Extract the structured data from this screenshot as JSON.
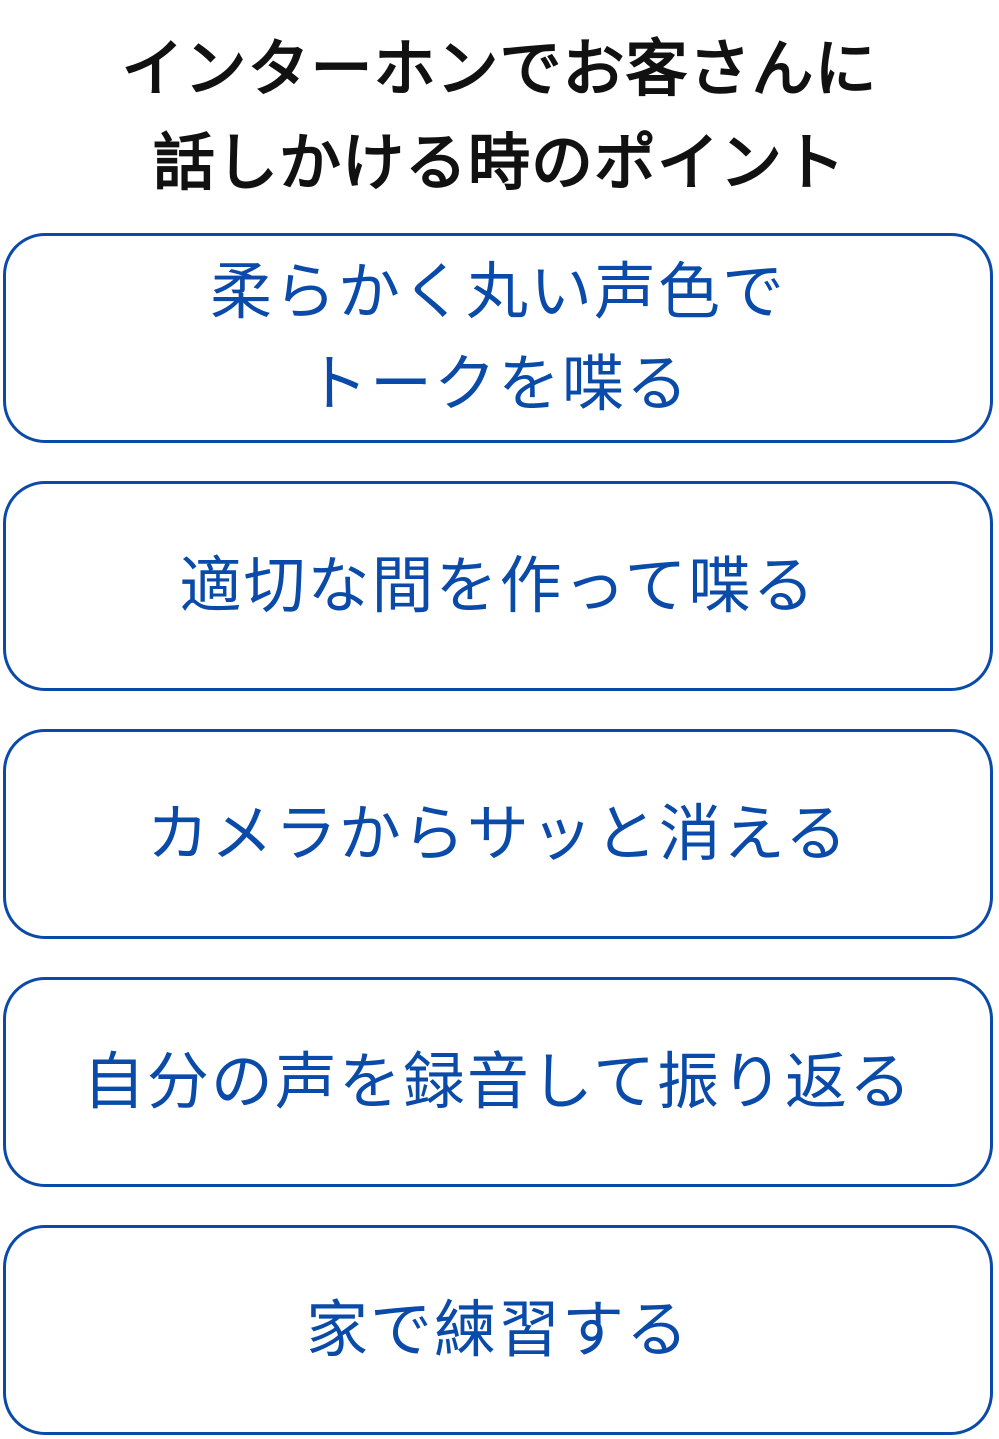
{
  "title": {
    "line1": "インターホンでお客さんに",
    "line2": "話しかける時のポイント"
  },
  "points": [
    {
      "line1": "柔らかく丸い声色で",
      "line2": "トークを喋る"
    },
    {
      "line1": "適切な間を作って喋る"
    },
    {
      "line1": "カメラからサッと消える"
    },
    {
      "line1": "自分の声を録音して振り返る"
    },
    {
      "line1": "家で練習する"
    }
  ],
  "colors": {
    "accent": "#0a4aa8",
    "title_text": "#111111",
    "background": "#ffffff"
  }
}
